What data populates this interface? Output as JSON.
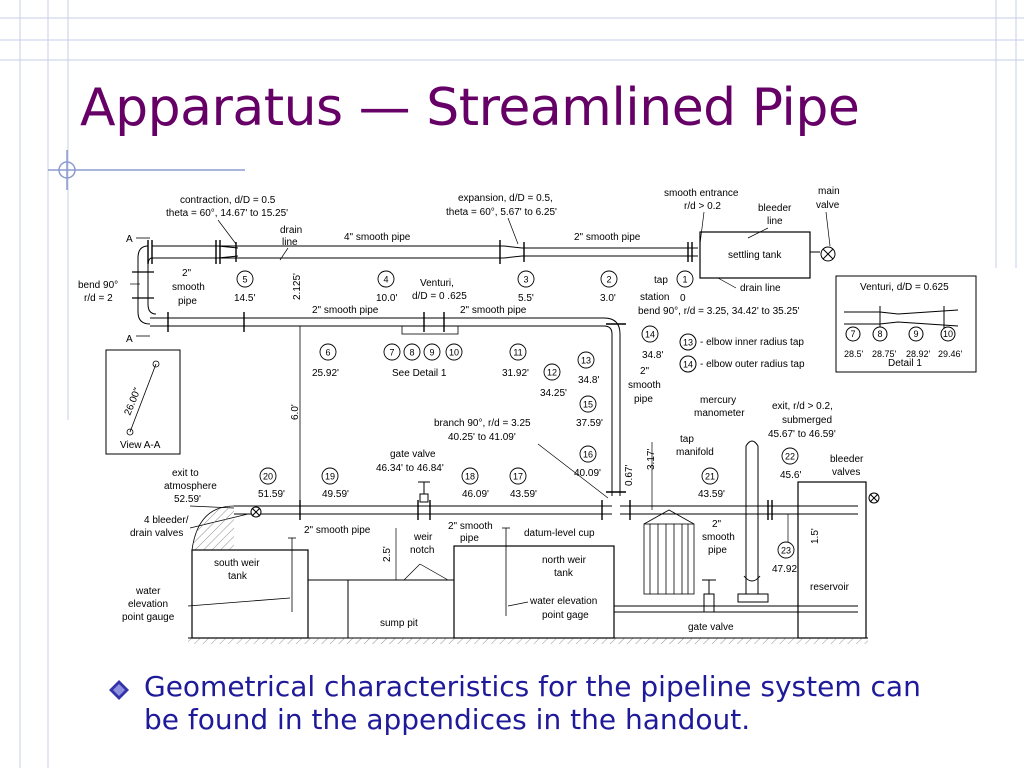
{
  "slide": {
    "title": "Apparatus — Streamlined Pipe",
    "bullet": "Geometrical characteristics for the pipeline system can be found in the appendices in the handout."
  },
  "colors": {
    "title": "#660066",
    "bullet_text": "#1f1a99",
    "grid": "#c7cfe8",
    "accent_block": "#dfe6f7",
    "bullet_icon": "#3333aa"
  },
  "diagram": {
    "labels": {
      "contraction": "contraction,     d/D  =  0.5",
      "contraction_theta": "theta = 60°, 14.67' to 15.25'",
      "expansion": "expansion,     d/D  =  0.5,",
      "expansion_theta": "theta = 60°, 5.67' to 6.25'",
      "smooth_entrance": "smooth    entrance",
      "smooth_entrance_rd": "r/d > 0.2",
      "bleeder_line_1": "bleeder",
      "bleeder_line_2": "line",
      "main_valve_1": "main",
      "main_valve_2": "valve",
      "drain_line_1": "drain",
      "drain_line_2": "line",
      "pipe_4in": "4\"  smooth    pipe",
      "pipe_2in_top": "2\"  smooth    pipe",
      "settling_tank": "settling tank",
      "drain_line_tank": "drain line",
      "section_a": "A",
      "bend_left_1": "bend 90°",
      "bend_left_2": "r/d = 2",
      "pipe_left_1": "2\"",
      "pipe_left_2": "smooth",
      "pipe_left_3": "pipe",
      "dim_2125": "2.125'",
      "venturi_1": "Venturi,",
      "venturi_2": "d/D = 0 .625",
      "tap": "tap",
      "station": "station",
      "pipe_2in_mid_left": "2\" smooth pipe",
      "pipe_2in_mid_right": "2\" smooth pipe",
      "bend_right": "bend 90°, r/d = 3.25, 34.42' to 35.25'",
      "legend_13": "- elbow inner radius tap",
      "legend_14": "- elbow outer radius tap",
      "see_detail": "See Detail 1",
      "dim_60": "6.0'",
      "view_dim": "26.00\"",
      "view_aa": "View A-A",
      "branch_1": "branch 90°, r/d = 3.25",
      "branch_2": "40.25' to 41.09'",
      "pipe_riser_1": "2\"",
      "pipe_riser_2": "smooth",
      "pipe_riser_3": "pipe",
      "dim_067": "0.67'",
      "dim_317": "3.17'",
      "tap_manifold_1": "tap",
      "tap_manifold_2": "manifold",
      "mercury_1": "mercury",
      "mercury_2": "manometer",
      "exit_1": "exit, r/d > 0.2,",
      "exit_2": "submerged",
      "exit_3": "45.67' to 46.59'",
      "bleeder_valves_1": "bleeder",
      "bleeder_valves_2": "valves",
      "exit_atm_1": "exit to",
      "exit_atm_2": "atmosphere",
      "exit_atm_3": "52.59'",
      "gate_valve_top_1": "gate valve",
      "gate_valve_top_2": "46.34' to 46.84'",
      "bleeder_drain_1": "4 bleeder/",
      "bleeder_drain_2": "drain valves",
      "pipe_2in_bottom_left": "2\" smooth pipe",
      "weir_1": "weir",
      "weir_2": "notch",
      "pipe_2in_bottom_mid_1": "2\" smooth",
      "pipe_2in_bottom_mid_2": "pipe",
      "datum_cup": "datum-level cup",
      "pipe_2in_bottom_right_1": "2\"",
      "pipe_2in_bottom_right_2": "smooth",
      "pipe_2in_bottom_right_3": "pipe",
      "dim_15": "1.5'",
      "reservoir": "reservoir",
      "south_weir_1": "south weir",
      "south_weir_2": "tank",
      "north_weir_1": "north weir",
      "north_weir_2": "tank",
      "water_gauge_left_1": "water",
      "water_gauge_left_2": "elevation",
      "water_gauge_left_3": "point gauge",
      "water_gauge_right_1": "water elevation",
      "water_gauge_right_2": "point gage",
      "dim_25": "2.5'",
      "sump_pit": "sump pit",
      "gate_valve_bottom": "gate valve",
      "detail_venturi": "Venturi, d/D = 0.625",
      "detail_title": "Detail 1"
    },
    "stations": [
      {
        "n": "1",
        "pos": "0"
      },
      {
        "n": "2",
        "pos": "3.0'"
      },
      {
        "n": "3",
        "pos": "5.5'"
      },
      {
        "n": "4",
        "pos": "10.0'"
      },
      {
        "n": "5",
        "pos": "14.5'"
      },
      {
        "n": "6",
        "pos": "25.92'"
      },
      {
        "n": "7",
        "pos": ""
      },
      {
        "n": "8",
        "pos": ""
      },
      {
        "n": "9",
        "pos": ""
      },
      {
        "n": "10",
        "pos": ""
      },
      {
        "n": "11",
        "pos": "31.92'"
      },
      {
        "n": "12",
        "pos": "34.25'"
      },
      {
        "n": "13",
        "pos": "34.8'"
      },
      {
        "n": "14",
        "pos": "34.8'"
      },
      {
        "n": "15",
        "pos": "37.59'"
      },
      {
        "n": "16",
        "pos": "40.09'"
      },
      {
        "n": "17",
        "pos": "43.59'"
      },
      {
        "n": "18",
        "pos": "46.09'"
      },
      {
        "n": "19",
        "pos": "49.59'"
      },
      {
        "n": "20",
        "pos": "51.59'"
      },
      {
        "n": "21",
        "pos": "43.59'"
      },
      {
        "n": "22",
        "pos": "45.6'"
      },
      {
        "n": "23",
        "pos": "47.92'"
      }
    ],
    "legend_keys": [
      {
        "n": "13"
      },
      {
        "n": "14"
      }
    ],
    "detail_stations": [
      {
        "n": "7",
        "pos": "28.5'"
      },
      {
        "n": "8",
        "pos": "28.75'"
      },
      {
        "n": "9",
        "pos": "28.92'"
      },
      {
        "n": "10",
        "pos": "29.46'"
      }
    ]
  }
}
